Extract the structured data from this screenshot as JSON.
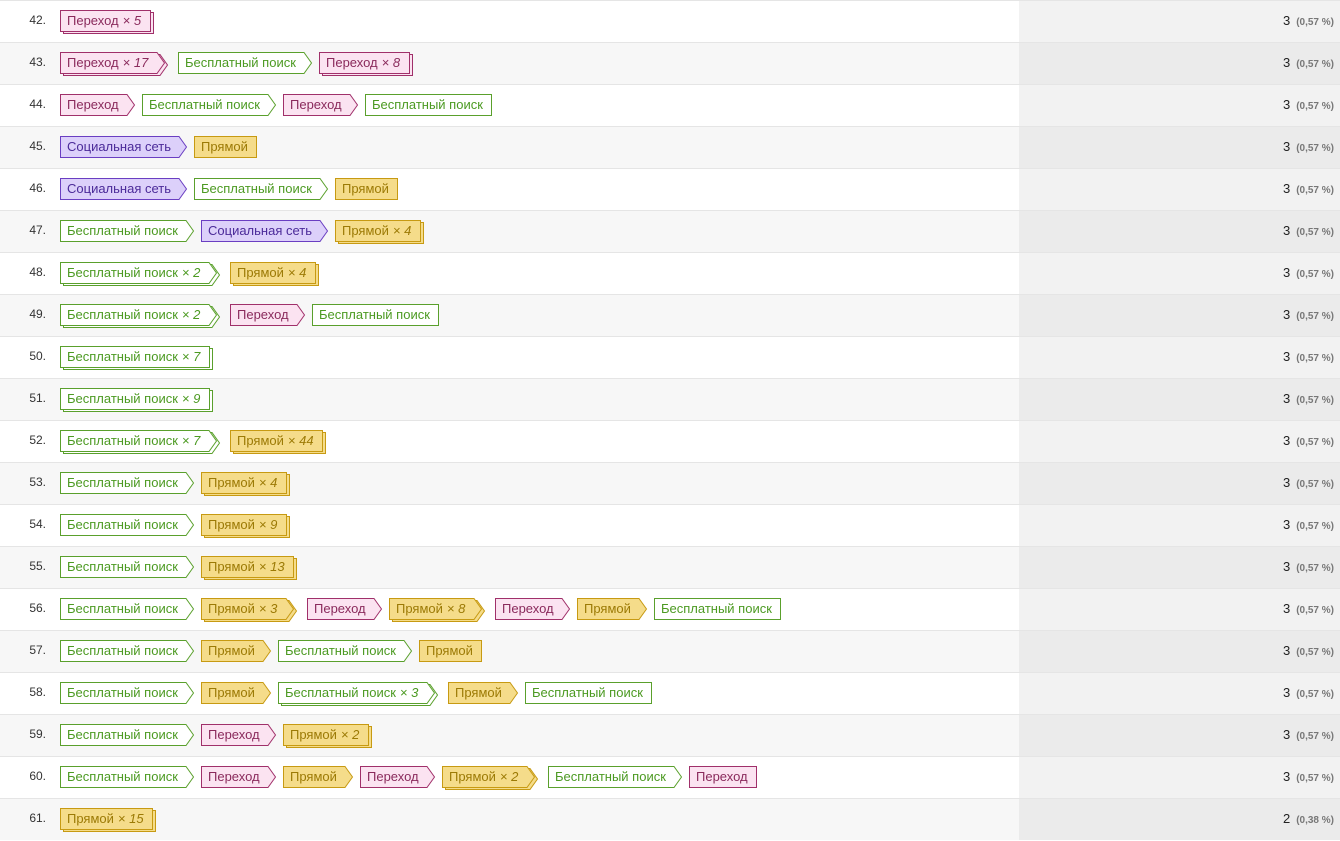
{
  "channel_styles": {
    "Переход": {
      "fill": "#fbe3f1",
      "stroke": "#a0306a",
      "text": "#8a2a5c"
    },
    "Бесплатный поиск": {
      "fill": "#ffffff",
      "stroke": "#5aa02c",
      "text": "#4c9a22"
    },
    "Прямой": {
      "fill": "#f5dc8a",
      "stroke": "#c79a12",
      "text": "#9c7a05"
    },
    "Социальная сеть": {
      "fill": "#dcd0fa",
      "stroke": "#6a3ec2",
      "text": "#4b2a99"
    }
  },
  "rows": [
    {
      "rank": "42.",
      "value": "3",
      "percent": "(0,57 %)",
      "steps": [
        {
          "label": "Переход",
          "mult": "× 5"
        }
      ]
    },
    {
      "rank": "43.",
      "value": "3",
      "percent": "(0,57 %)",
      "steps": [
        {
          "label": "Переход",
          "mult": "× 17"
        },
        {
          "label": "Бесплатный поиск"
        },
        {
          "label": "Переход",
          "mult": "× 8"
        }
      ]
    },
    {
      "rank": "44.",
      "value": "3",
      "percent": "(0,57 %)",
      "steps": [
        {
          "label": "Переход"
        },
        {
          "label": "Бесплатный поиск"
        },
        {
          "label": "Переход"
        },
        {
          "label": "Бесплатный поиск"
        }
      ]
    },
    {
      "rank": "45.",
      "value": "3",
      "percent": "(0,57 %)",
      "steps": [
        {
          "label": "Социальная сеть"
        },
        {
          "label": "Прямой"
        }
      ]
    },
    {
      "rank": "46.",
      "value": "3",
      "percent": "(0,57 %)",
      "steps": [
        {
          "label": "Социальная сеть"
        },
        {
          "label": "Бесплатный поиск"
        },
        {
          "label": "Прямой"
        }
      ]
    },
    {
      "rank": "47.",
      "value": "3",
      "percent": "(0,57 %)",
      "steps": [
        {
          "label": "Бесплатный поиск"
        },
        {
          "label": "Социальная сеть"
        },
        {
          "label": "Прямой",
          "mult": "× 4"
        }
      ]
    },
    {
      "rank": "48.",
      "value": "3",
      "percent": "(0,57 %)",
      "steps": [
        {
          "label": "Бесплатный поиск",
          "mult": "× 2"
        },
        {
          "label": "Прямой",
          "mult": "× 4"
        }
      ]
    },
    {
      "rank": "49.",
      "value": "3",
      "percent": "(0,57 %)",
      "steps": [
        {
          "label": "Бесплатный поиск",
          "mult": "× 2"
        },
        {
          "label": "Переход"
        },
        {
          "label": "Бесплатный поиск"
        }
      ]
    },
    {
      "rank": "50.",
      "value": "3",
      "percent": "(0,57 %)",
      "steps": [
        {
          "label": "Бесплатный поиск",
          "mult": "× 7"
        }
      ]
    },
    {
      "rank": "51.",
      "value": "3",
      "percent": "(0,57 %)",
      "steps": [
        {
          "label": "Бесплатный поиск",
          "mult": "× 9"
        }
      ]
    },
    {
      "rank": "52.",
      "value": "3",
      "percent": "(0,57 %)",
      "steps": [
        {
          "label": "Бесплатный поиск",
          "mult": "× 7"
        },
        {
          "label": "Прямой",
          "mult": "× 44"
        }
      ]
    },
    {
      "rank": "53.",
      "value": "3",
      "percent": "(0,57 %)",
      "steps": [
        {
          "label": "Бесплатный поиск"
        },
        {
          "label": "Прямой",
          "mult": "× 4"
        }
      ]
    },
    {
      "rank": "54.",
      "value": "3",
      "percent": "(0,57 %)",
      "steps": [
        {
          "label": "Бесплатный поиск"
        },
        {
          "label": "Прямой",
          "mult": "× 9"
        }
      ]
    },
    {
      "rank": "55.",
      "value": "3",
      "percent": "(0,57 %)",
      "steps": [
        {
          "label": "Бесплатный поиск"
        },
        {
          "label": "Прямой",
          "mult": "× 13"
        }
      ]
    },
    {
      "rank": "56.",
      "value": "3",
      "percent": "(0,57 %)",
      "steps": [
        {
          "label": "Бесплатный поиск"
        },
        {
          "label": "Прямой",
          "mult": "× 3"
        },
        {
          "label": "Переход"
        },
        {
          "label": "Прямой",
          "mult": "× 8"
        },
        {
          "label": "Переход"
        },
        {
          "label": "Прямой"
        },
        {
          "label": "Бесплатный поиск"
        }
      ]
    },
    {
      "rank": "57.",
      "value": "3",
      "percent": "(0,57 %)",
      "steps": [
        {
          "label": "Бесплатный поиск"
        },
        {
          "label": "Прямой"
        },
        {
          "label": "Бесплатный поиск"
        },
        {
          "label": "Прямой"
        }
      ]
    },
    {
      "rank": "58.",
      "value": "3",
      "percent": "(0,57 %)",
      "steps": [
        {
          "label": "Бесплатный поиск"
        },
        {
          "label": "Прямой"
        },
        {
          "label": "Бесплатный поиск",
          "mult": "× 3"
        },
        {
          "label": "Прямой"
        },
        {
          "label": "Бесплатный поиск"
        }
      ]
    },
    {
      "rank": "59.",
      "value": "3",
      "percent": "(0,57 %)",
      "steps": [
        {
          "label": "Бесплатный поиск"
        },
        {
          "label": "Переход"
        },
        {
          "label": "Прямой",
          "mult": "× 2"
        }
      ]
    },
    {
      "rank": "60.",
      "value": "3",
      "percent": "(0,57 %)",
      "steps": [
        {
          "label": "Бесплатный поиск"
        },
        {
          "label": "Переход"
        },
        {
          "label": "Прямой"
        },
        {
          "label": "Переход"
        },
        {
          "label": "Прямой",
          "mult": "× 2"
        },
        {
          "label": "Бесплатный поиск"
        },
        {
          "label": "Переход"
        }
      ]
    },
    {
      "rank": "61.",
      "value": "2",
      "percent": "(0,38 %)",
      "steps": [
        {
          "label": "Прямой",
          "mult": "× 15"
        }
      ]
    }
  ]
}
